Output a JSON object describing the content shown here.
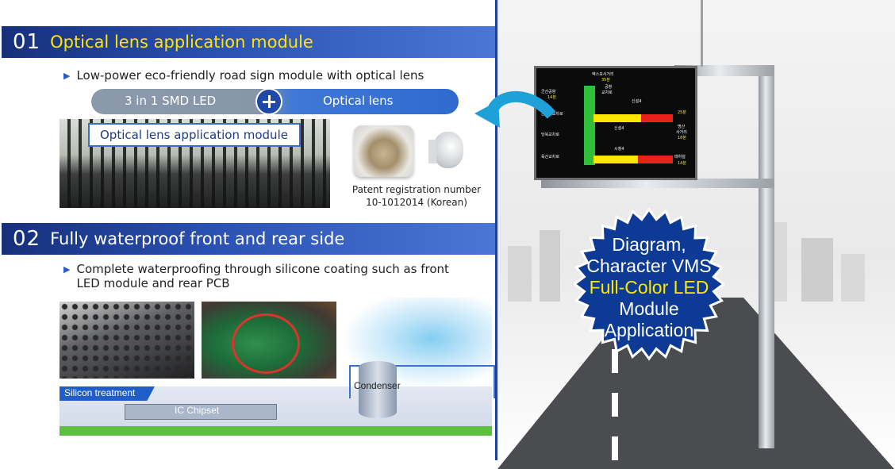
{
  "section1": {
    "number": "01",
    "title": "Optical lens application module",
    "bullet": "Low-power eco-friendly road sign module with optical lens",
    "pill_left": "3 in 1 SMD LED",
    "pill_right": "Optical lens",
    "photo_caption": "Optical lens application module",
    "patent_line1": "Patent registration number",
    "patent_line2": "10-1012014 (Korean)"
  },
  "section2": {
    "number": "02",
    "title": "Fully waterproof front and rear side",
    "bullet_line1": "Complete waterproofing through silicone coating such as front",
    "bullet_line2": "LED module and rear PCB",
    "silicon_label": "Silicon treatment",
    "ic_label": "IC Chipset",
    "condenser_label": "Condenser"
  },
  "sign": {
    "labels": [
      "엑스포사거리",
      "35분",
      "공항",
      "교차로",
      "군산공항",
      "14분",
      "신설4",
      "근산대교차로",
      "25분",
      "신설4",
      "명산",
      "사거리",
      "18분",
      "당북교차로",
      "시청4",
      "태하설",
      "14분",
      "육산교차로"
    ]
  },
  "badge": {
    "line1": "Diagram,",
    "line2": "Character VMS",
    "line3": "Full-Color LED",
    "line4": "Module",
    "line5": "Application"
  },
  "colors": {
    "header_blue": "#1f3f9a",
    "badge_blue": "#0d3a95",
    "badge_highlight": "#ffe600",
    "pcb_green": "#5cbf3f"
  }
}
